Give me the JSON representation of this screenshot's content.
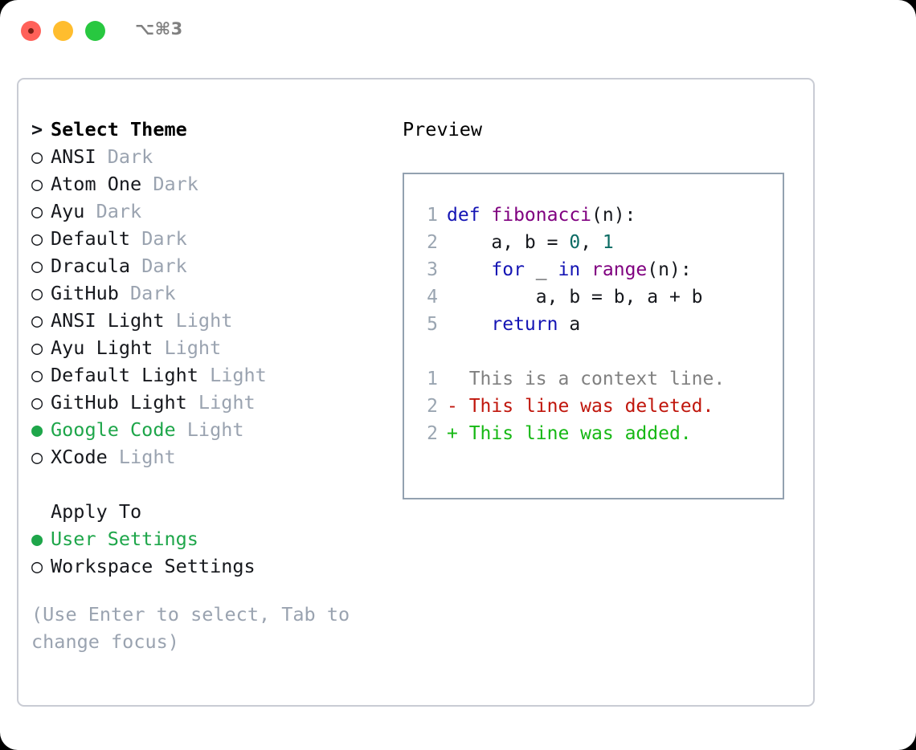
{
  "window": {
    "title": "⌥⌘3",
    "traffic_lights": [
      {
        "name": "close",
        "color": "#ff6159"
      },
      {
        "name": "minimize",
        "color": "#ffbd2e"
      },
      {
        "name": "maximize",
        "color": "#28c840"
      }
    ]
  },
  "theme_picker": {
    "header": {
      "marker": ">",
      "label": "Select Theme"
    },
    "items": [
      {
        "marker": "○",
        "name": "ANSI",
        "suffix": "Dark",
        "selected": false
      },
      {
        "marker": "○",
        "name": "Atom One",
        "suffix": "Dark",
        "selected": false
      },
      {
        "marker": "○",
        "name": "Ayu",
        "suffix": "Dark",
        "selected": false
      },
      {
        "marker": "○",
        "name": "Default",
        "suffix": "Dark",
        "selected": false
      },
      {
        "marker": "○",
        "name": "Dracula",
        "suffix": "Dark",
        "selected": false
      },
      {
        "marker": "○",
        "name": "GitHub",
        "suffix": "Dark",
        "selected": false
      },
      {
        "marker": "○",
        "name": "ANSI Light",
        "suffix": "Light",
        "selected": false
      },
      {
        "marker": "○",
        "name": "Ayu Light",
        "suffix": "Light",
        "selected": false
      },
      {
        "marker": "○",
        "name": "Default Light",
        "suffix": "Light",
        "selected": false
      },
      {
        "marker": "○",
        "name": "GitHub Light",
        "suffix": "Light",
        "selected": false
      },
      {
        "marker": "●",
        "name": "Google Code",
        "suffix": "Light",
        "selected": true
      },
      {
        "marker": "○",
        "name": "XCode",
        "suffix": "Light",
        "selected": false
      }
    ]
  },
  "apply_to": {
    "header": {
      "marker": "",
      "label": "Apply To"
    },
    "items": [
      {
        "marker": "●",
        "name": "User Settings",
        "selected": true
      },
      {
        "marker": "○",
        "name": "Workspace Settings",
        "selected": false
      }
    ]
  },
  "hint": "(Use Enter to select, Tab to change focus)",
  "preview": {
    "title": "Preview",
    "code_lines": [
      {
        "number": "1",
        "tokens": [
          {
            "text": "def ",
            "kind": "kw"
          },
          {
            "text": "fibonacci",
            "kind": "fn"
          },
          {
            "text": "(n):",
            "kind": "plain"
          }
        ]
      },
      {
        "number": "2",
        "tokens": [
          {
            "text": "    a, b = ",
            "kind": "plain"
          },
          {
            "text": "0",
            "kind": "num"
          },
          {
            "text": ", ",
            "kind": "plain"
          },
          {
            "text": "1",
            "kind": "num"
          }
        ]
      },
      {
        "number": "3",
        "tokens": [
          {
            "text": "    ",
            "kind": "plain"
          },
          {
            "text": "for",
            "kind": "kw"
          },
          {
            "text": " _ ",
            "kind": "plain"
          },
          {
            "text": "in",
            "kind": "kw"
          },
          {
            "text": " ",
            "kind": "plain"
          },
          {
            "text": "range",
            "kind": "fn"
          },
          {
            "text": "(n):",
            "kind": "plain"
          }
        ]
      },
      {
        "number": "4",
        "tokens": [
          {
            "text": "        a, b = b, a + b",
            "kind": "plain"
          }
        ]
      },
      {
        "number": "5",
        "tokens": [
          {
            "text": "    ",
            "kind": "plain"
          },
          {
            "text": "return",
            "kind": "kw"
          },
          {
            "text": " a",
            "kind": "plain"
          }
        ]
      }
    ],
    "diff_lines": [
      {
        "number": "1",
        "marker": " ",
        "text": " This is a context line.",
        "kind": "ctx"
      },
      {
        "number": "2",
        "marker": "-",
        "text": " This line was deleted.",
        "kind": "del"
      },
      {
        "number": "2",
        "marker": "+",
        "text": " This line was added.",
        "kind": "add"
      }
    ]
  },
  "colors": {
    "selected_green": "#1ea64a",
    "muted_grey": "#9aa3b0",
    "keyword_blue": "#1414b4",
    "function_purple": "#800080",
    "number_teal": "#0b6b63",
    "diff_deleted_red": "#c0160c",
    "diff_added_green": "#16b814",
    "panel_border": "#c9ccd4",
    "preview_border": "#93a1b0"
  }
}
